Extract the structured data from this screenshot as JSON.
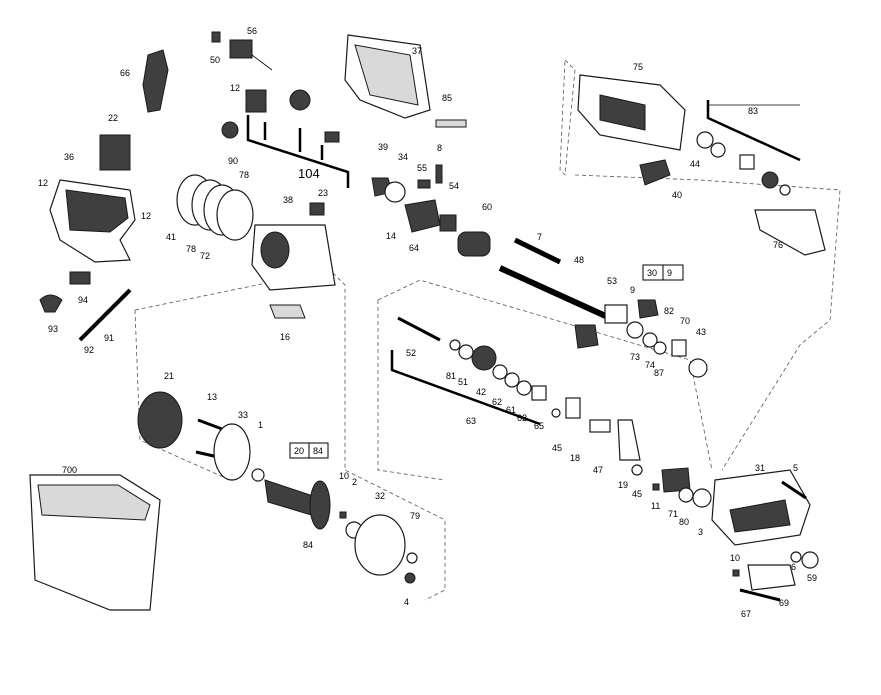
{
  "diagram": {
    "labels": [
      {
        "id": "56",
        "text": "56"
      },
      {
        "id": "50",
        "text": "50"
      },
      {
        "id": "66",
        "text": "66"
      },
      {
        "id": "37",
        "text": "37"
      },
      {
        "id": "75",
        "text": "75"
      },
      {
        "id": "85",
        "text": "85"
      },
      {
        "id": "83",
        "text": "83"
      },
      {
        "id": "12a",
        "text": "12"
      },
      {
        "id": "90",
        "text": "90"
      },
      {
        "id": "104",
        "text": "104"
      },
      {
        "id": "22",
        "text": "22"
      },
      {
        "id": "36",
        "text": "36"
      },
      {
        "id": "12b",
        "text": "12"
      },
      {
        "id": "12c",
        "text": "12"
      },
      {
        "id": "41",
        "text": "41"
      },
      {
        "id": "78a",
        "text": "78"
      },
      {
        "id": "72",
        "text": "72"
      },
      {
        "id": "78b",
        "text": "78"
      },
      {
        "id": "38",
        "text": "38"
      },
      {
        "id": "23",
        "text": "23"
      },
      {
        "id": "39",
        "text": "39"
      },
      {
        "id": "34",
        "text": "34"
      },
      {
        "id": "55",
        "text": "55"
      },
      {
        "id": "8",
        "text": "8"
      },
      {
        "id": "54",
        "text": "54"
      },
      {
        "id": "14",
        "text": "14"
      },
      {
        "id": "64",
        "text": "64"
      },
      {
        "id": "60",
        "text": "60"
      },
      {
        "id": "7",
        "text": "7"
      },
      {
        "id": "44",
        "text": "44"
      },
      {
        "id": "40",
        "text": "40"
      },
      {
        "id": "76",
        "text": "76"
      },
      {
        "id": "94",
        "text": "94"
      },
      {
        "id": "93",
        "text": "93"
      },
      {
        "id": "92",
        "text": "92"
      },
      {
        "id": "91",
        "text": "91"
      },
      {
        "id": "16",
        "text": "16"
      },
      {
        "id": "48",
        "text": "48"
      },
      {
        "id": "53",
        "text": "53"
      },
      {
        "id": "30",
        "text": "30"
      },
      {
        "id": "9a",
        "text": "9"
      },
      {
        "id": "9b",
        "text": "9"
      },
      {
        "id": "82",
        "text": "82"
      },
      {
        "id": "70",
        "text": "70"
      },
      {
        "id": "43",
        "text": "43"
      },
      {
        "id": "73",
        "text": "73"
      },
      {
        "id": "74",
        "text": "74"
      },
      {
        "id": "87",
        "text": "87"
      },
      {
        "id": "52",
        "text": "52"
      },
      {
        "id": "81",
        "text": "81"
      },
      {
        "id": "51",
        "text": "51"
      },
      {
        "id": "42",
        "text": "42"
      },
      {
        "id": "62a",
        "text": "62"
      },
      {
        "id": "61",
        "text": "61"
      },
      {
        "id": "62b",
        "text": "62"
      },
      {
        "id": "65",
        "text": "65"
      },
      {
        "id": "63",
        "text": "63"
      },
      {
        "id": "45a",
        "text": "45"
      },
      {
        "id": "18",
        "text": "18"
      },
      {
        "id": "47",
        "text": "47"
      },
      {
        "id": "19",
        "text": "19"
      },
      {
        "id": "45b",
        "text": "45"
      },
      {
        "id": "21",
        "text": "21"
      },
      {
        "id": "13",
        "text": "13"
      },
      {
        "id": "33",
        "text": "33"
      },
      {
        "id": "1",
        "text": "1"
      },
      {
        "id": "20",
        "text": "20"
      },
      {
        "id": "84a",
        "text": "84"
      },
      {
        "id": "84b",
        "text": "84"
      },
      {
        "id": "10a",
        "text": "10"
      },
      {
        "id": "2",
        "text": "2"
      },
      {
        "id": "32",
        "text": "32"
      },
      {
        "id": "79",
        "text": "79"
      },
      {
        "id": "4",
        "text": "4"
      },
      {
        "id": "700",
        "text": "700"
      },
      {
        "id": "31",
        "text": "31"
      },
      {
        "id": "5",
        "text": "5"
      },
      {
        "id": "11",
        "text": "11"
      },
      {
        "id": "71",
        "text": "71"
      },
      {
        "id": "80",
        "text": "80"
      },
      {
        "id": "3",
        "text": "3"
      },
      {
        "id": "6",
        "text": "6"
      },
      {
        "id": "59",
        "text": "59"
      },
      {
        "id": "10b",
        "text": "10"
      },
      {
        "id": "69",
        "text": "69"
      },
      {
        "id": "67",
        "text": "67"
      }
    ]
  }
}
